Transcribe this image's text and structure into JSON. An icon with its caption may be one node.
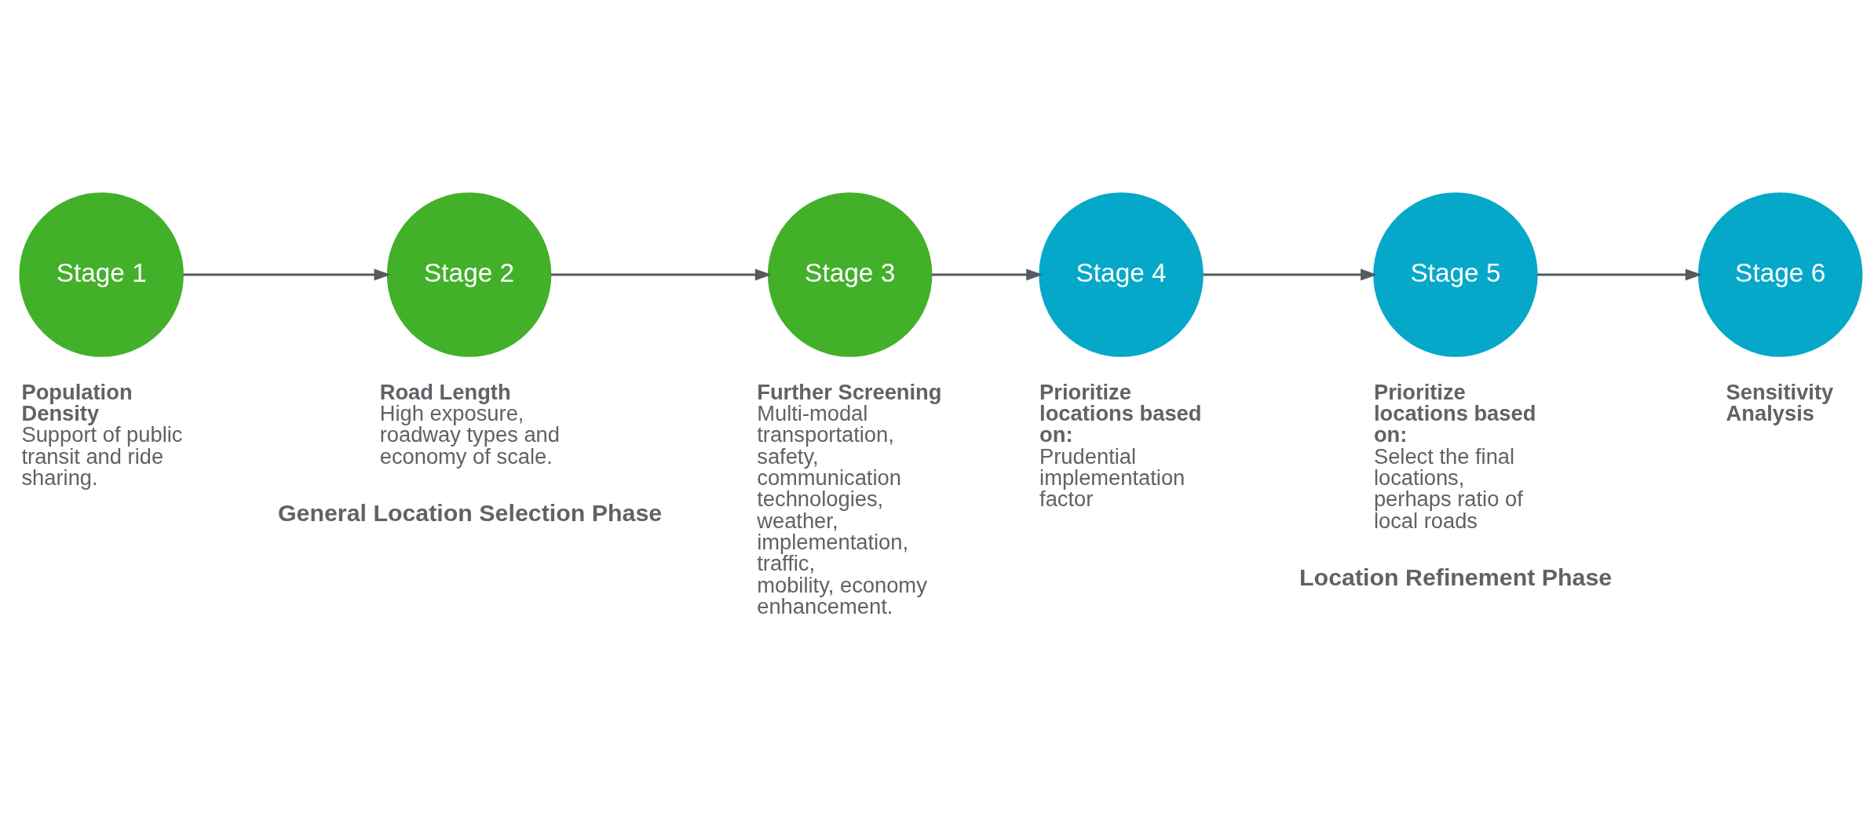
{
  "diagram": {
    "nodes": [
      {
        "text": [
          "Stage 1"
        ],
        "beside": [
          "Population Density",
          "Support of public transit and ride sharing."
        ]
      },
      {
        "text": [
          "Stage 2"
        ],
        "beside": [
          "Road Length",
          "High exposure, roadway types and economy of scale."
        ]
      },
      {
        "text": [
          "Stage 3"
        ],
        "beside": [
          "Further Screening",
          "Multi-modal transportation, safety, communication technologies, weather, implementation, traffic, mobility, economy enhancement."
        ]
      },
      {
        "text": [
          "Stage 4"
        ],
        "beside": [
          "Prioritize locations based on:",
          "Prudential implementation factor"
        ]
      },
      {
        "text": [
          "Stage 5"
        ],
        "beside": [
          "Prioritize locations based on:",
          "Select the final locations, perhaps ratio of local roads"
        ]
      },
      {
        "text": [
          "Stage 6"
        ],
        "beside": [
          "Sensitivity Analysis"
        ]
      }
    ],
    "edges": [
      {
        "from": 0,
        "to": 1,
        "arrow": "to"
      },
      {
        "from": 1,
        "to": 2,
        "arrow": "to"
      },
      {
        "from": 2,
        "to": 3,
        "arrow": "to"
      },
      {
        "from": 3,
        "to": 4,
        "arrow": "to"
      },
      {
        "from": 4,
        "to": 5,
        "arrow": "to"
      }
    ],
    "labels": [
      "General Location Selection Phase",
      "Location Refinement Phase"
    ]
  }
}
